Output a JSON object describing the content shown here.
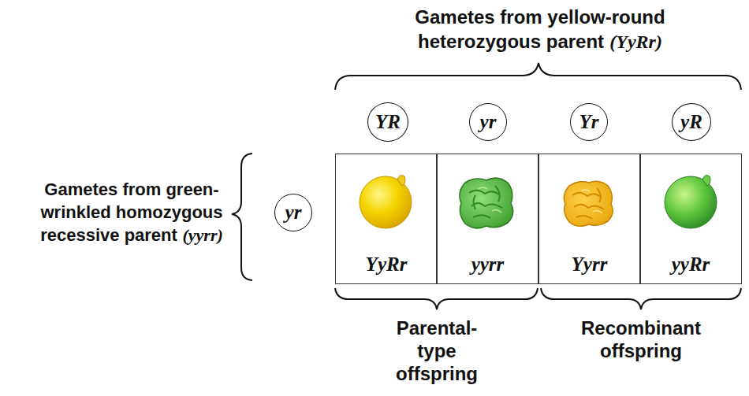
{
  "diagram": {
    "nodes": [
      {
        "text": [
          "YR"
        ]
      },
      {
        "text": [
          "yr"
        ]
      },
      {
        "text": [
          "Yr"
        ]
      },
      {
        "text": [
          "yR"
        ]
      },
      {
        "text": [
          "yr"
        ]
      },
      {
        "text": [
          "YyRr"
        ]
      },
      {
        "text": [
          "yyrr"
        ]
      },
      {
        "text": [
          "Yyrr"
        ]
      },
      {
        "text": [
          "yyRr"
        ]
      }
    ],
    "labels": [
      "Gametes from yellow-round heterozygous parent",
      "(YyRr)",
      "Gametes from green-wrinkled homozygous recessive parent",
      "(yyrr)",
      "Parental-type offspring",
      "Recombinant offspring"
    ]
  }
}
